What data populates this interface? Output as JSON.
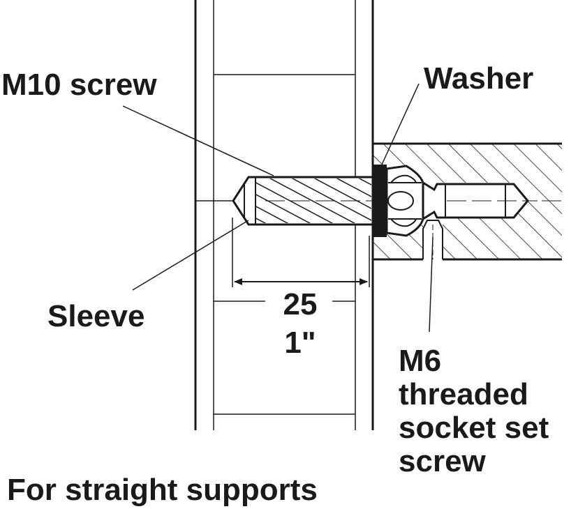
{
  "labels": {
    "m10_screw": "M10 screw",
    "washer": "Washer",
    "sleeve": "Sleeve",
    "dimension_mm": "25",
    "dimension_in": "1\"",
    "set_screw_line1": "M6",
    "set_screw_line2": "threaded",
    "set_screw_line3": "socket set",
    "set_screw_line4": "screw",
    "caption": "For straight supports"
  },
  "colors": {
    "ink": "#1a1a1a",
    "background": "#ffffff"
  }
}
